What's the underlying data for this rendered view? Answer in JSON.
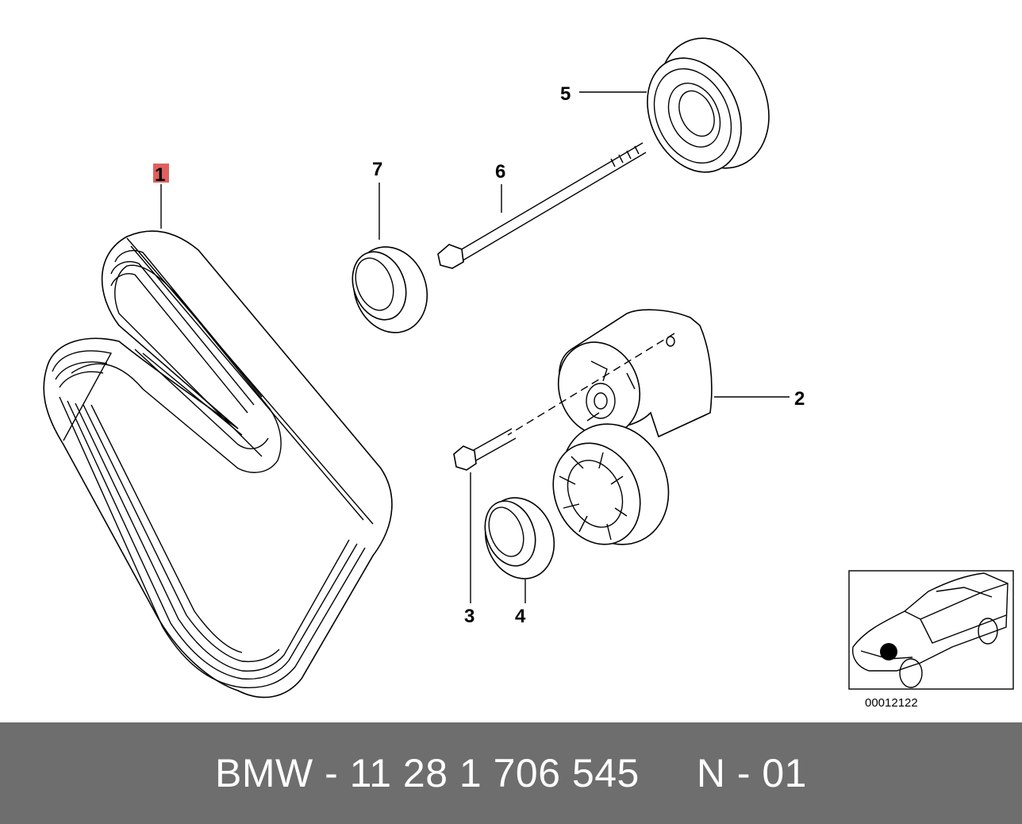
{
  "callouts": {
    "c1": "1",
    "c2": "2",
    "c3": "3",
    "c4": "4",
    "c5": "5",
    "c6": "6",
    "c7": "7"
  },
  "highlight_color": "#e06060",
  "thumbnail": {
    "code": "00012122"
  },
  "footer": {
    "text": "BMW - 11 28 1 706 545     N - 01",
    "background": "#6e6e6e"
  }
}
